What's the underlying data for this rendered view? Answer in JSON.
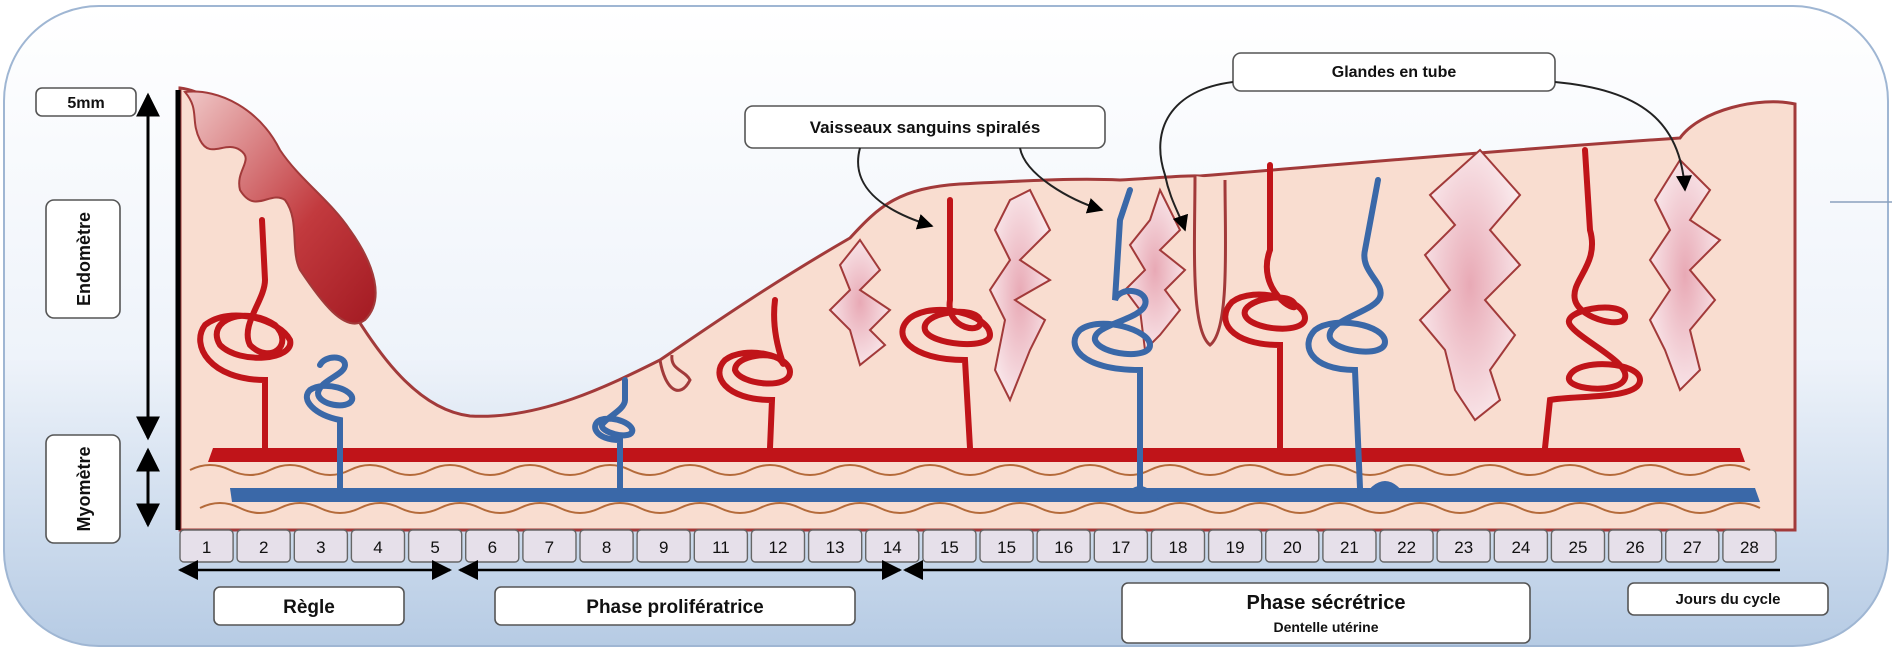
{
  "scale": {
    "thickness": "5mm",
    "endometre": "Endomètre",
    "myometre": "Myomètre"
  },
  "callouts": {
    "vessels": "Vaisseaux sanguins spiralés",
    "glands": "Glandes en tube"
  },
  "days": [
    "1",
    "2",
    "3",
    "4",
    "5",
    "6",
    "7",
    "8",
    "9",
    "11",
    "12",
    "13",
    "14",
    "15",
    "15",
    "16",
    "17",
    "18",
    "19",
    "20",
    "21",
    "22",
    "23",
    "24",
    "25",
    "26",
    "27",
    "28"
  ],
  "phases": {
    "regle": "Règle",
    "proliferative": "Phase prolifératrice",
    "secretory": "Phase sécrétrice",
    "secretory_sub": "Dentelle utérine",
    "days_label": "Jours du cycle"
  },
  "colors": {
    "artery": "#c01419",
    "vein": "#3a68a8",
    "tissue": "#f9ddd0",
    "outline": "#a23a3a",
    "background": "#c9d8ea"
  }
}
